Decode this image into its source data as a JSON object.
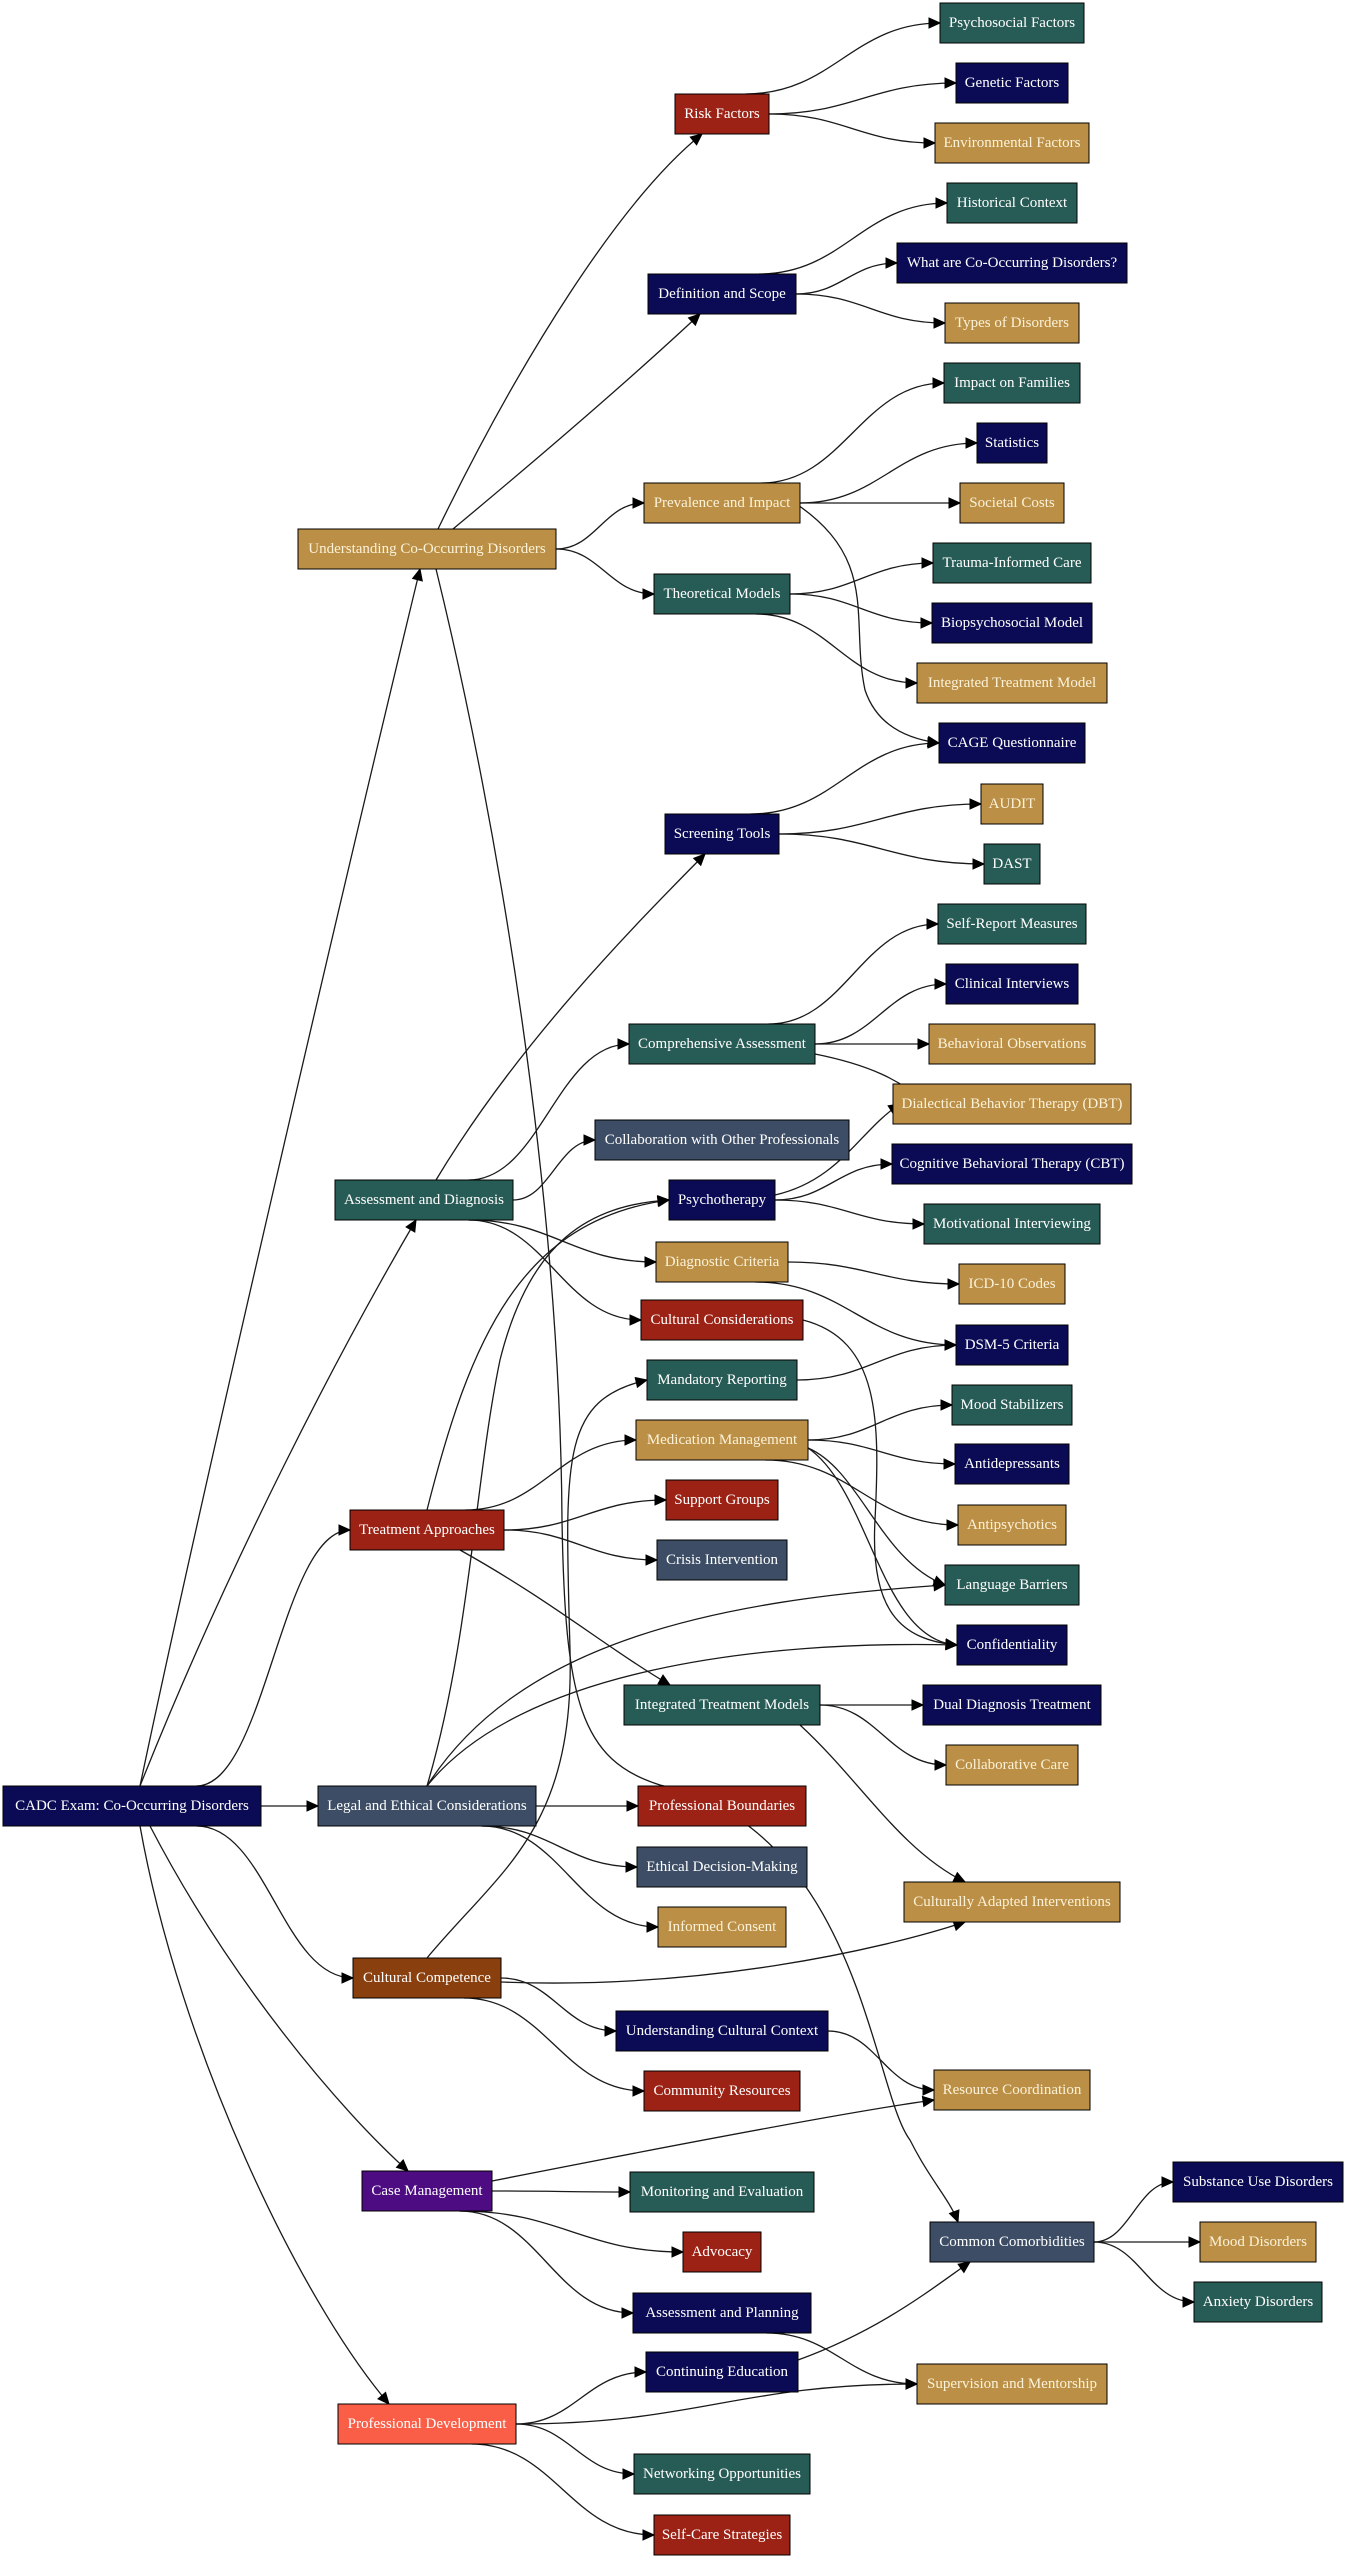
{
  "colors": {
    "navy": "#0b0b55",
    "teal": "#275b55",
    "gold": "#bb8f46",
    "red": "#9c2215",
    "slate": "#3c4d65",
    "brown": "#8a3f0e",
    "purple": "#4d0c82",
    "coral": "#fa5e46",
    "text_light": "#ffffff",
    "text_cream": "#fbf2d8",
    "edge": "#1a1a1a"
  },
  "nodes": {
    "root": {
      "label": "CADC Exam: Co-Occurring Disorders",
      "fill": "navy"
    },
    "understanding": {
      "label": "Understanding Co-Occurring Disorders",
      "fill": "gold"
    },
    "assessment": {
      "label": "Assessment and Diagnosis",
      "fill": "teal"
    },
    "treatment": {
      "label": "Treatment Approaches",
      "fill": "red"
    },
    "legal": {
      "label": "Legal and Ethical Considerations",
      "fill": "slate"
    },
    "cultural": {
      "label": "Cultural Competence",
      "fill": "brown"
    },
    "casemgmt": {
      "label": "Case Management",
      "fill": "purple"
    },
    "profdev": {
      "label": "Professional Development",
      "fill": "coral"
    },
    "risk": {
      "label": "Risk Factors",
      "fill": "red"
    },
    "definition": {
      "label": "Definition and Scope",
      "fill": "navy"
    },
    "prevalence": {
      "label": "Prevalence and Impact",
      "fill": "gold"
    },
    "theoretical": {
      "label": "Theoretical Models",
      "fill": "teal"
    },
    "screening": {
      "label": "Screening Tools",
      "fill": "navy"
    },
    "comprehensive": {
      "label": "Comprehensive Assessment",
      "fill": "teal"
    },
    "collaboration": {
      "label": "Collaboration with Other Professionals",
      "fill": "slate"
    },
    "psychotherapy": {
      "label": "Psychotherapy",
      "fill": "navy"
    },
    "diagnostic": {
      "label": "Diagnostic Criteria",
      "fill": "gold"
    },
    "culturalcons": {
      "label": "Cultural Considerations",
      "fill": "red"
    },
    "mandatory": {
      "label": "Mandatory Reporting",
      "fill": "teal"
    },
    "medication": {
      "label": "Medication Management",
      "fill": "gold"
    },
    "support": {
      "label": "Support Groups",
      "fill": "red"
    },
    "crisis": {
      "label": "Crisis Intervention",
      "fill": "slate"
    },
    "integratedmodels": {
      "label": "Integrated Treatment Models",
      "fill": "teal"
    },
    "boundaries": {
      "label": "Professional Boundaries",
      "fill": "red"
    },
    "ethical": {
      "label": "Ethical Decision-Making",
      "fill": "slate"
    },
    "informed": {
      "label": "Informed Consent",
      "fill": "gold"
    },
    "understandingctx": {
      "label": "Understanding Cultural Context",
      "fill": "navy"
    },
    "community": {
      "label": "Community Resources",
      "fill": "red"
    },
    "monitoring": {
      "label": "Monitoring and Evaluation",
      "fill": "teal"
    },
    "advocacy": {
      "label": "Advocacy",
      "fill": "red"
    },
    "assessplan": {
      "label": "Assessment and Planning",
      "fill": "navy"
    },
    "continuing": {
      "label": "Continuing Education",
      "fill": "navy"
    },
    "networking": {
      "label": "Networking Opportunities",
      "fill": "teal"
    },
    "selfcare": {
      "label": "Self-Care Strategies",
      "fill": "red"
    },
    "psychosocial": {
      "label": "Psychosocial Factors",
      "fill": "teal"
    },
    "genetic": {
      "label": "Genetic Factors",
      "fill": "navy"
    },
    "environmental": {
      "label": "Environmental Factors",
      "fill": "gold"
    },
    "historical": {
      "label": "Historical Context",
      "fill": "teal"
    },
    "whatare": {
      "label": "What are Co-Occurring Disorders?",
      "fill": "navy"
    },
    "types": {
      "label": "Types of Disorders",
      "fill": "gold"
    },
    "families": {
      "label": "Impact on Families",
      "fill": "teal"
    },
    "statistics": {
      "label": "Statistics",
      "fill": "navy"
    },
    "societal": {
      "label": "Societal Costs",
      "fill": "gold"
    },
    "trauma": {
      "label": "Trauma-Informed Care",
      "fill": "teal"
    },
    "biopsycho": {
      "label": "Biopsychosocial Model",
      "fill": "navy"
    },
    "integratedmodel": {
      "label": "Integrated Treatment Model",
      "fill": "gold"
    },
    "cage": {
      "label": "CAGE Questionnaire",
      "fill": "navy"
    },
    "audit": {
      "label": "AUDIT",
      "fill": "gold"
    },
    "dast": {
      "label": "DAST",
      "fill": "teal"
    },
    "selfreport": {
      "label": "Self-Report Measures",
      "fill": "teal"
    },
    "clinical": {
      "label": "Clinical Interviews",
      "fill": "navy"
    },
    "behavioral": {
      "label": "Behavioral Observations",
      "fill": "gold"
    },
    "dbt": {
      "label": "Dialectical Behavior Therapy (DBT)",
      "fill": "gold"
    },
    "cbt": {
      "label": "Cognitive Behavioral Therapy (CBT)",
      "fill": "navy"
    },
    "motivational": {
      "label": "Motivational Interviewing",
      "fill": "teal"
    },
    "icd": {
      "label": "ICD-10 Codes",
      "fill": "gold"
    },
    "dsm": {
      "label": "DSM-5 Criteria",
      "fill": "navy"
    },
    "mood": {
      "label": "Mood Stabilizers",
      "fill": "teal"
    },
    "antidep": {
      "label": "Antidepressants",
      "fill": "navy"
    },
    "antipsych": {
      "label": "Antipsychotics",
      "fill": "gold"
    },
    "language": {
      "label": "Language Barriers",
      "fill": "teal"
    },
    "confidentiality": {
      "label": "Confidentiality",
      "fill": "navy"
    },
    "dual": {
      "label": "Dual Diagnosis Treatment",
      "fill": "navy"
    },
    "collaborative": {
      "label": "Collaborative Care",
      "fill": "gold"
    },
    "culturallyadapted": {
      "label": "Culturally Adapted Interventions",
      "fill": "gold"
    },
    "resource": {
      "label": "Resource Coordination",
      "fill": "gold"
    },
    "comorbidities": {
      "label": "Common Comorbidities",
      "fill": "slate"
    },
    "substance": {
      "label": "Substance Use Disorders",
      "fill": "navy"
    },
    "mooddis": {
      "label": "Mood Disorders",
      "fill": "gold"
    },
    "anxiety": {
      "label": "Anxiety Disorders",
      "fill": "teal"
    },
    "supervision": {
      "label": "Supervision and Mentorship",
      "fill": "gold"
    }
  },
  "edges": [
    [
      "root",
      "understanding"
    ],
    [
      "root",
      "assessment"
    ],
    [
      "root",
      "treatment"
    ],
    [
      "root",
      "legal"
    ],
    [
      "root",
      "cultural"
    ],
    [
      "root",
      "casemgmt"
    ],
    [
      "root",
      "profdev"
    ],
    [
      "understanding",
      "risk"
    ],
    [
      "understanding",
      "definition"
    ],
    [
      "understanding",
      "prevalence"
    ],
    [
      "understanding",
      "theoretical"
    ],
    [
      "understanding",
      "comorbidities"
    ],
    [
      "risk",
      "psychosocial"
    ],
    [
      "risk",
      "genetic"
    ],
    [
      "risk",
      "environmental"
    ],
    [
      "definition",
      "historical"
    ],
    [
      "definition",
      "whatare"
    ],
    [
      "definition",
      "types"
    ],
    [
      "prevalence",
      "families"
    ],
    [
      "prevalence",
      "statistics"
    ],
    [
      "prevalence",
      "societal"
    ],
    [
      "prevalence",
      "cage"
    ],
    [
      "theoretical",
      "trauma"
    ],
    [
      "theoretical",
      "biopsycho"
    ],
    [
      "theoretical",
      "integratedmodel"
    ],
    [
      "assessment",
      "screening"
    ],
    [
      "assessment",
      "comprehensive"
    ],
    [
      "assessment",
      "collaboration"
    ],
    [
      "assessment",
      "diagnostic"
    ],
    [
      "assessment",
      "culturalcons"
    ],
    [
      "screening",
      "cage"
    ],
    [
      "screening",
      "audit"
    ],
    [
      "screening",
      "dast"
    ],
    [
      "comprehensive",
      "selfreport"
    ],
    [
      "comprehensive",
      "clinical"
    ],
    [
      "comprehensive",
      "behavioral"
    ],
    [
      "comprehensive",
      "dbt"
    ],
    [
      "treatment",
      "psychotherapy"
    ],
    [
      "treatment",
      "medication"
    ],
    [
      "treatment",
      "support"
    ],
    [
      "treatment",
      "crisis"
    ],
    [
      "treatment",
      "integratedmodels"
    ],
    [
      "psychotherapy",
      "dbt"
    ],
    [
      "psychotherapy",
      "cbt"
    ],
    [
      "psychotherapy",
      "motivational"
    ],
    [
      "diagnostic",
      "icd"
    ],
    [
      "diagnostic",
      "dsm"
    ],
    [
      "culturalcons",
      "confidentiality"
    ],
    [
      "mandatory",
      "dsm"
    ],
    [
      "medication",
      "mood"
    ],
    [
      "medication",
      "antidep"
    ],
    [
      "medication",
      "antipsych"
    ],
    [
      "medication",
      "language"
    ],
    [
      "medication",
      "confidentiality"
    ],
    [
      "integratedmodels",
      "dual"
    ],
    [
      "integratedmodels",
      "collaborative"
    ],
    [
      "integratedmodels",
      "culturallyadapted"
    ],
    [
      "legal",
      "boundaries"
    ],
    [
      "legal",
      "ethical"
    ],
    [
      "legal",
      "informed"
    ],
    [
      "legal",
      "language"
    ],
    [
      "legal",
      "confidentiality"
    ],
    [
      "legal",
      "psychotherapy"
    ],
    [
      "cultural",
      "understandingctx"
    ],
    [
      "cultural",
      "community"
    ],
    [
      "cultural",
      "culturallyadapted"
    ],
    [
      "cultural",
      "mandatory"
    ],
    [
      "understandingctx",
      "resource"
    ],
    [
      "casemgmt",
      "monitoring"
    ],
    [
      "casemgmt",
      "advocacy"
    ],
    [
      "casemgmt",
      "assessplan"
    ],
    [
      "casemgmt",
      "resource"
    ],
    [
      "assessplan",
      "supervision"
    ],
    [
      "profdev",
      "continuing"
    ],
    [
      "profdev",
      "networking"
    ],
    [
      "profdev",
      "selfcare"
    ],
    [
      "profdev",
      "supervision"
    ],
    [
      "continuing",
      "comorbidities"
    ],
    [
      "comorbidities",
      "substance"
    ],
    [
      "comorbidities",
      "mooddis"
    ],
    [
      "comorbidities",
      "anxiety"
    ]
  ]
}
